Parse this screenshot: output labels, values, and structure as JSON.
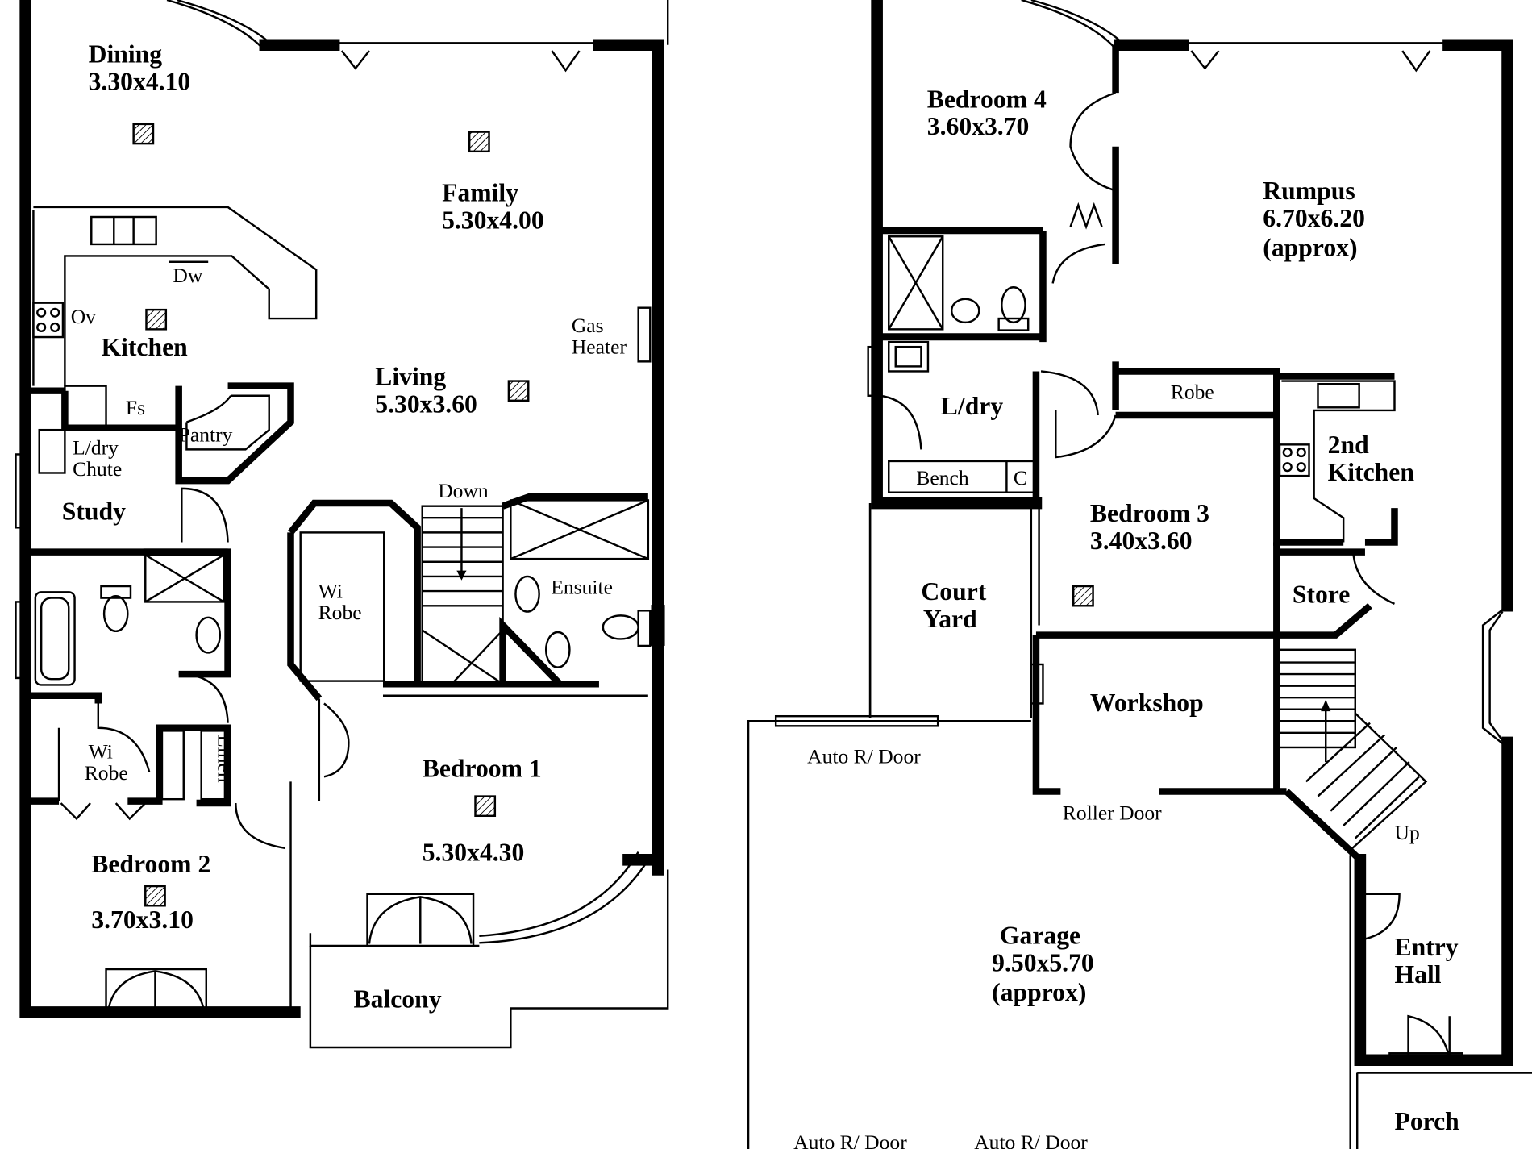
{
  "upper_floor": {
    "dining": {
      "name": "Dining",
      "size": "3.30x4.10"
    },
    "family": {
      "name": "Family",
      "size": "5.30x4.00"
    },
    "kitchen": {
      "name": "Kitchen"
    },
    "dw": "Dw",
    "ov": "Ov",
    "fs": "Fs",
    "pantry": "Pantry",
    "gas_heater": [
      "Gas",
      "Heater"
    ],
    "living": {
      "name": "Living",
      "size": "5.30x3.60"
    },
    "ldry_chute": [
      "L/dry",
      "Chute"
    ],
    "study": "Study",
    "down": "Down",
    "ensuite": "Ensuite",
    "wi_robe_1": [
      "Wi",
      "Robe"
    ],
    "wi_robe_2": [
      "Wi",
      "Robe"
    ],
    "linen": "Linen",
    "bedroom1": {
      "name": "Bedroom 1",
      "size": "5.30x4.30"
    },
    "bedroom2": {
      "name": "Bedroom 2",
      "size": "3.70x3.10"
    },
    "balcony": "Balcony"
  },
  "lower_floor": {
    "bedroom4": {
      "name": "Bedroom 4",
      "size": "3.60x3.70"
    },
    "rumpus": {
      "name": "Rumpus",
      "size": "6.70x6.20",
      "note": "(approx)"
    },
    "ldry": "L/dry",
    "robe": "Robe",
    "bench": "Bench",
    "c": "C",
    "kitchen2": [
      "2nd",
      "Kitchen"
    ],
    "bedroom3": {
      "name": "Bedroom 3",
      "size": "3.40x3.60"
    },
    "court_yard": [
      "Court",
      "Yard"
    ],
    "store": "Store",
    "workshop": "Workshop",
    "auto_door_1": "Auto R/ Door",
    "roller_door": "Roller Door",
    "up": "Up",
    "garage": {
      "name": "Garage",
      "size": "9.50x5.70",
      "note": "(approx)"
    },
    "entry_hall": [
      "Entry",
      "Hall"
    ],
    "auto_door_2": "Auto R/ Door",
    "auto_door_3": "Auto R/ Door",
    "porch": "Porch"
  }
}
